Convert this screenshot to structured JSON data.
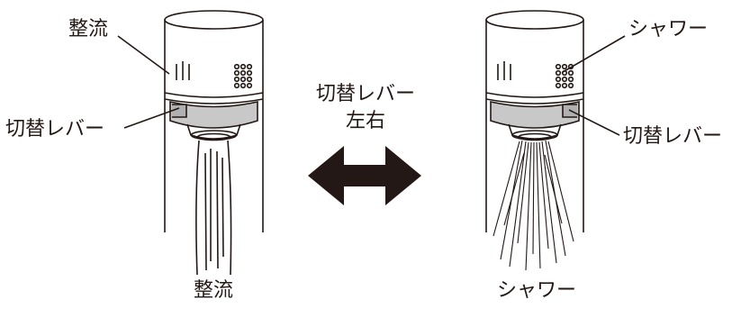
{
  "labels": {
    "left_top": "整流",
    "left_lever": "切替レバー",
    "center_line1": "切替レバー",
    "center_line2": "左右",
    "right_top": "シャワー",
    "right_lever": "切替レバー",
    "left_caption": "整流",
    "right_caption": "シャワー"
  },
  "colors": {
    "line": "#231815",
    "lever_fill": "#c8c8c8",
    "arrow": "#231815"
  }
}
